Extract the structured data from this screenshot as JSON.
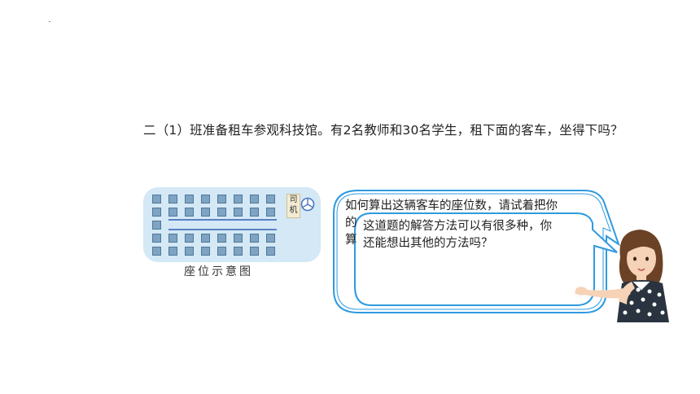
{
  "question": "二（1）班准备租车参观科技馆。有2名教师和30名学生，租下面的客车，坐得下吗？",
  "bus_diagram": {
    "driver_label": "司机",
    "caption": "座位示意图",
    "seat_color": "#7fa3c2",
    "background_color": "#d4e8f6"
  },
  "speech_back": {
    "line1": "如何算出这辆客车的座位数，请试着把你",
    "line2": "的",
    "line3": "算"
  },
  "speech_front": {
    "line1": "这道题的解答方法可以有很多种，你",
    "line2": "还能想出其他的方法吗？"
  },
  "colors": {
    "bubble_outline": "#2f9ae0"
  }
}
